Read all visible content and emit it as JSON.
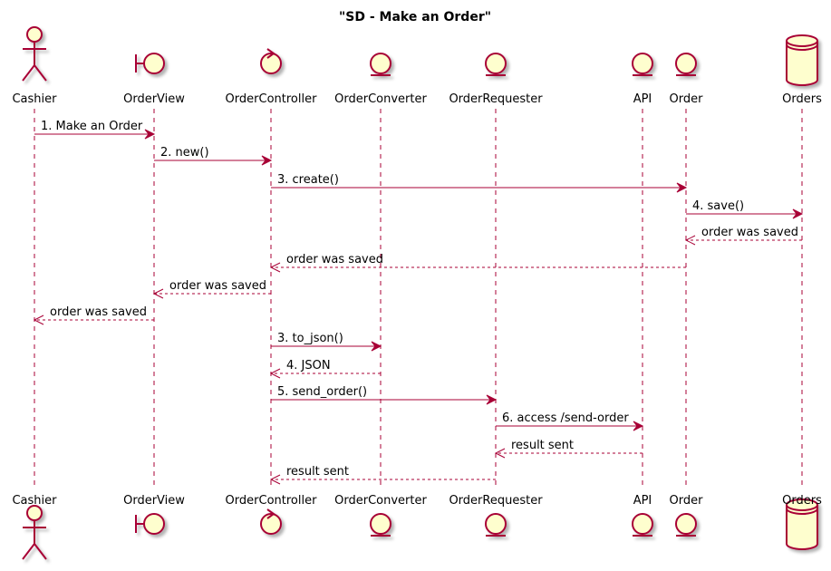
{
  "title": "\"SD - Make an Order\"",
  "colors": {
    "arrow": "#A80036",
    "participant_fill": "#FEFECE",
    "participant_stroke": "#A80036",
    "lifeline": "#A80036",
    "shadow": "#C8C8C8",
    "text": "#000000"
  },
  "participants": [
    {
      "id": "cashier",
      "name": "Cashier",
      "kind": "actor",
      "icon": "actor-icon"
    },
    {
      "id": "orderview",
      "name": "OrderView",
      "kind": "boundary",
      "icon": "boundary-icon"
    },
    {
      "id": "ordercontroller",
      "name": "OrderController",
      "kind": "control",
      "icon": "control-icon"
    },
    {
      "id": "orderconverter",
      "name": "OrderConverter",
      "kind": "entity",
      "icon": "entity-icon"
    },
    {
      "id": "orderrequester",
      "name": "OrderRequester",
      "kind": "entity",
      "icon": "entity-icon"
    },
    {
      "id": "api",
      "name": "API",
      "kind": "entity",
      "icon": "entity-icon"
    },
    {
      "id": "order",
      "name": "Order",
      "kind": "entity",
      "icon": "entity-icon"
    },
    {
      "id": "orders",
      "name": "Orders",
      "kind": "database",
      "icon": "database-icon"
    }
  ],
  "messages": [
    {
      "from": "cashier",
      "to": "orderview",
      "label": "1. Make an Order",
      "style": "sync"
    },
    {
      "from": "orderview",
      "to": "ordercontroller",
      "label": "2. new()",
      "style": "sync"
    },
    {
      "from": "ordercontroller",
      "to": "order",
      "label": "3. create()",
      "style": "sync"
    },
    {
      "from": "order",
      "to": "orders",
      "label": "4. save()",
      "style": "sync"
    },
    {
      "from": "orders",
      "to": "order",
      "label": "order was saved",
      "style": "return"
    },
    {
      "from": "order",
      "to": "ordercontroller",
      "label": "order was saved",
      "style": "return"
    },
    {
      "from": "ordercontroller",
      "to": "orderview",
      "label": "order was saved",
      "style": "return"
    },
    {
      "from": "orderview",
      "to": "cashier",
      "label": "order was saved",
      "style": "return"
    },
    {
      "from": "ordercontroller",
      "to": "orderconverter",
      "label": "3. to_json()",
      "style": "sync"
    },
    {
      "from": "orderconverter",
      "to": "ordercontroller",
      "label": "4. JSON",
      "style": "return"
    },
    {
      "from": "ordercontroller",
      "to": "orderrequester",
      "label": "5. send_order()",
      "style": "sync"
    },
    {
      "from": "orderrequester",
      "to": "api",
      "label": "6. access /send-order",
      "style": "sync"
    },
    {
      "from": "api",
      "to": "orderrequester",
      "label": "result sent",
      "style": "return"
    },
    {
      "from": "orderrequester",
      "to": "ordercontroller",
      "label": "result sent",
      "style": "return"
    }
  ]
}
